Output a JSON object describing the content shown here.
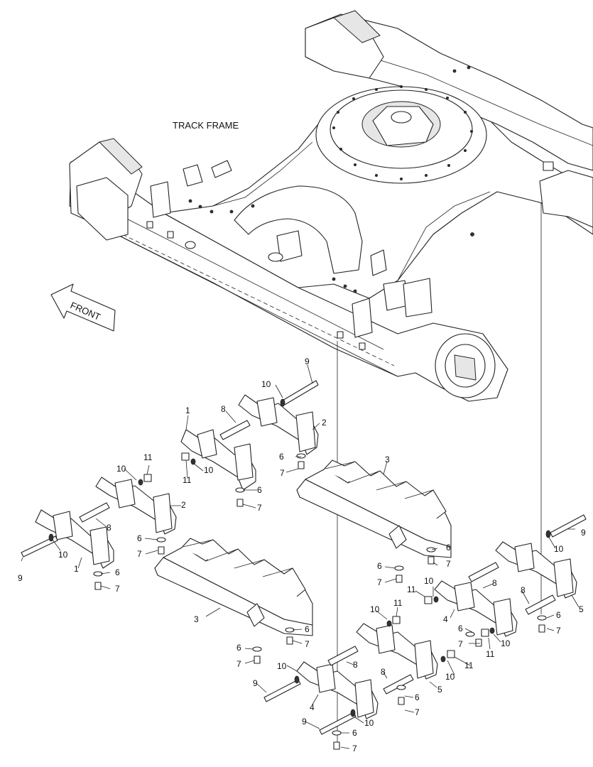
{
  "title": "TRACK FRAME",
  "front_label": "FRONT",
  "labels": [
    "1",
    "2",
    "3",
    "4",
    "5",
    "6",
    "7",
    "8",
    "9",
    "10",
    "11"
  ]
}
